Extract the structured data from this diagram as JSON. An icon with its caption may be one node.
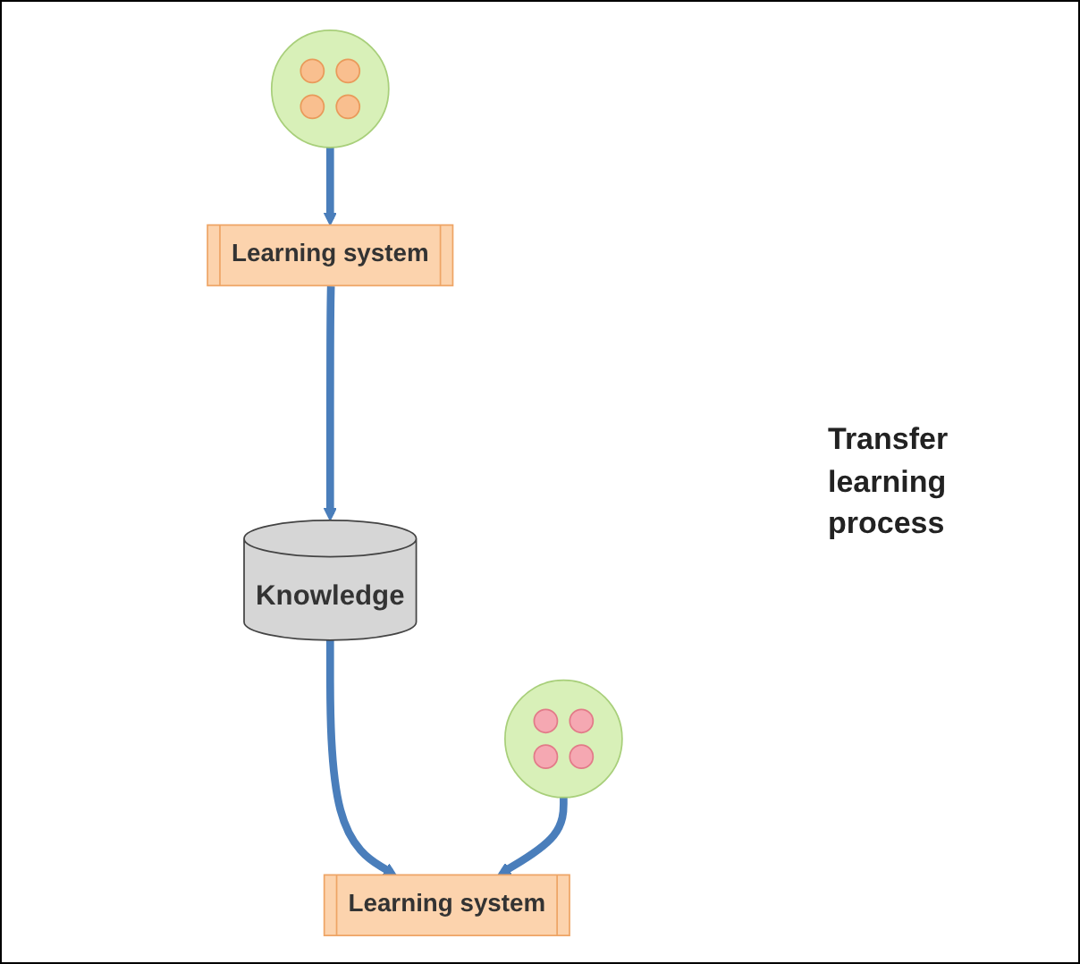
{
  "diagram": {
    "nodes": [
      {
        "text": [],
        "shape": "circle"
      },
      {
        "text": [],
        "shape": "circle",
        "in": 0
      },
      {
        "text": [],
        "shape": "circle",
        "in": 0
      },
      {
        "text": [],
        "shape": "circle",
        "in": 0
      },
      {
        "text": [],
        "shape": "circle",
        "in": 0
      },
      {
        "text": [
          "Learning system"
        ]
      },
      {
        "text": [
          "Knowledge"
        ]
      },
      {
        "text": [],
        "shape": "circle"
      },
      {
        "text": [],
        "shape": "circle",
        "in": 7
      },
      {
        "text": [],
        "shape": "circle",
        "in": 7
      },
      {
        "text": [],
        "shape": "circle",
        "in": 7
      },
      {
        "text": [],
        "shape": "circle",
        "in": 7
      },
      {
        "text": [
          "Learning system"
        ]
      }
    ],
    "edges": [
      {
        "from": 0,
        "to": 5,
        "arrow": "to"
      },
      {
        "from": 5,
        "to": 6,
        "arrow": "to"
      },
      {
        "from": 6,
        "to": 12,
        "arrow": "to"
      },
      {
        "from": 7,
        "to": 12,
        "arrow": "to"
      }
    ],
    "labels": [
      "Transfer learning process"
    ]
  }
}
